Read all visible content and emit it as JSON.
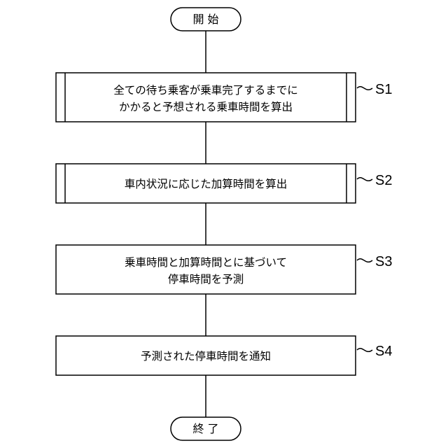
{
  "start": {
    "label": "開 始"
  },
  "end": {
    "label": "終 了"
  },
  "steps": [
    {
      "id": "S1",
      "type": "predefined-process",
      "lines": [
        "全ての待ち乗客が乗車完了するまでに",
        "かかると予想される乗車時間を算出"
      ]
    },
    {
      "id": "S2",
      "type": "predefined-process",
      "lines": [
        "車内状況に応じた加算時間を算出"
      ]
    },
    {
      "id": "S3",
      "type": "process",
      "lines": [
        "乗車時間と加算時間とに基づいて",
        "停車時間を予測"
      ]
    },
    {
      "id": "S4",
      "type": "process",
      "lines": [
        "予測された停車時間を通知"
      ]
    }
  ]
}
